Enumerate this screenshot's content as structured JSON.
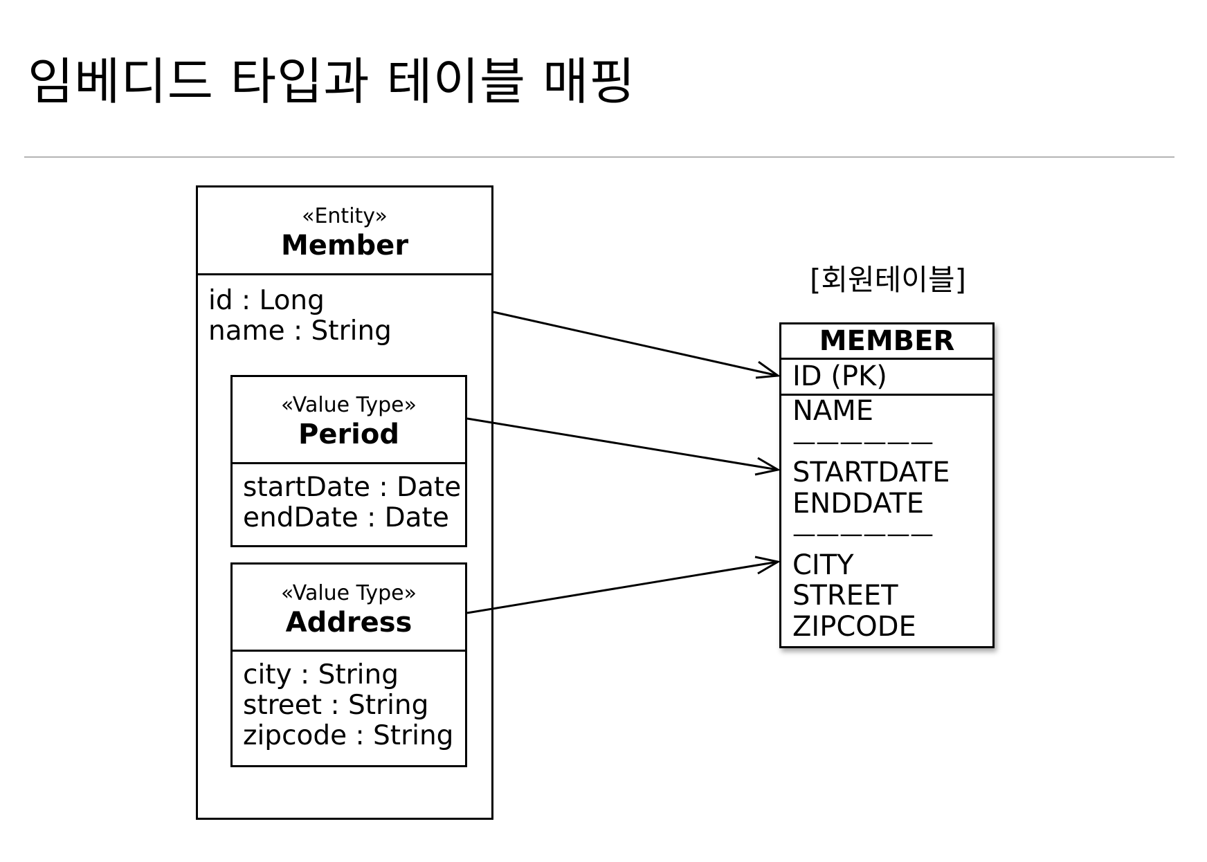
{
  "title": "임베디드 타입과 테이블 매핑",
  "entity": {
    "stereotype": "«Entity»",
    "name": "Member",
    "attributes": [
      "id : Long",
      "name : String"
    ]
  },
  "value_types": [
    {
      "stereotype": "«Value Type»",
      "name": "Period",
      "attributes": [
        "startDate : Date",
        "endDate : Date"
      ]
    },
    {
      "stereotype": "«Value Type»",
      "name": "Address",
      "attributes": [
        "city : String",
        "street : String",
        "zipcode : String"
      ]
    }
  ],
  "table": {
    "label": "[회원테이블]",
    "name": "MEMBER",
    "pk_column": "ID (PK)",
    "columns": [
      "NAME",
      "——————",
      "STARTDATE",
      "ENDDATE",
      "——————",
      "CITY",
      "STREET",
      "ZIPCODE"
    ]
  },
  "mappings": [
    {
      "from": "Member",
      "to": "ID (PK)"
    },
    {
      "from": "Period",
      "to": "STARTDATE"
    },
    {
      "from": "Address",
      "to": "CITY"
    }
  ]
}
